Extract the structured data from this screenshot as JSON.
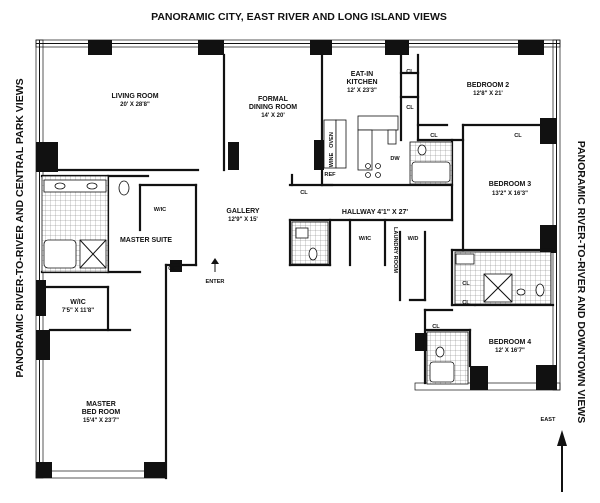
{
  "views": {
    "top": "PANORAMIC CITY, EAST RIVER AND LONG ISLAND VIEWS",
    "left": "PANORAMIC RIVER-TO-RIVER AND CENTRAL PARK VIEWS",
    "right": "PANORAMIC RIVER-TO-RIVER AND DOWNTOWN VIEWS"
  },
  "rooms": {
    "living": {
      "name": "LIVING ROOM",
      "dim": "20' X 28'8\""
    },
    "dining": {
      "name1": "FORMAL",
      "name2": "DINING ROOM",
      "dim": "14' X 20'"
    },
    "kitchen": {
      "name1": "EAT-IN",
      "name2": "KITCHEN",
      "dim": "12' X 23'3\""
    },
    "bedroom2": {
      "name": "BEDROOM 2",
      "dim": "12'8\" X 21'"
    },
    "bedroom3": {
      "name": "BEDROOM 3",
      "dim": "13'2\" X 16'3\""
    },
    "bedroom4": {
      "name": "BEDROOM 4",
      "dim": "12' X 16'7\""
    },
    "gallery": {
      "name": "GALLERY",
      "dim": "12'9\" X 15'"
    },
    "hallway": {
      "name": "HALLWAY 4'1\" X 27'"
    },
    "master_suite": {
      "name": "MASTER SUITE"
    },
    "wic_master": {
      "name": "W/IC",
      "dim": "7'5\" X 11'8\""
    },
    "master_bed": {
      "name1": "MASTER",
      "name2": "BED ROOM",
      "dim": "15'4\" X 23'7\""
    },
    "laundry": {
      "name": "LAUNDRY ROOM"
    }
  },
  "labels": {
    "cl": "CL",
    "wic": "W/IC",
    "wd": "W/D",
    "dw": "DW",
    "ref": "REF",
    "oven": "OVEN",
    "wine": "WINE",
    "enter": "ENTER",
    "east": "EAST"
  }
}
